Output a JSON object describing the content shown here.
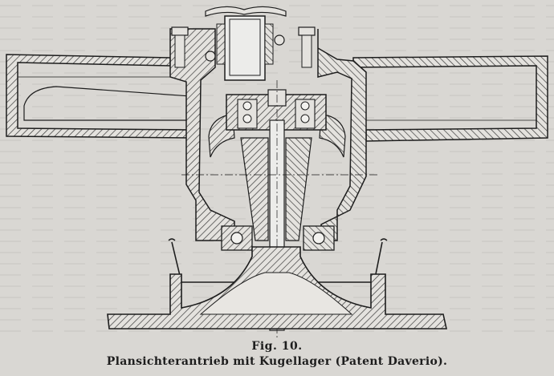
{
  "figure": {
    "number": "Fig. 10.",
    "caption": "Plansichterantrieb mit Kugellager (Patent Daverio)."
  },
  "colors": {
    "paper": "#d9d7d3",
    "ink": "#1d1d1d",
    "hatch": "#3a3a3a",
    "bleed": "#b8b6b2"
  },
  "icons": [
    "ball-bearing-icon",
    "hatching-pattern"
  ]
}
